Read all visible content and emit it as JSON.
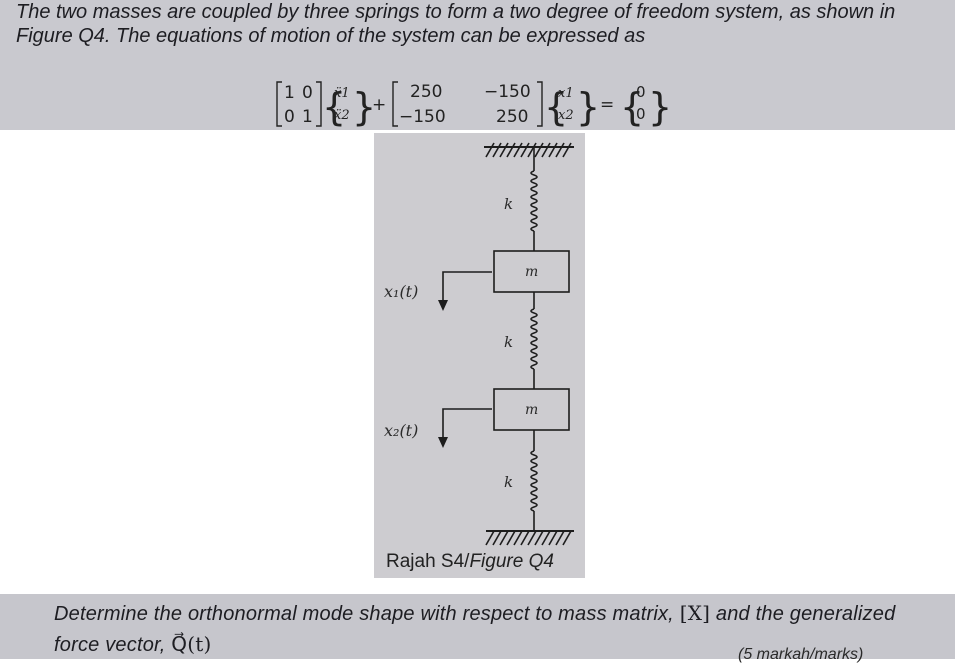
{
  "intro": {
    "text": "The two masses are coupled by three springs to form a two degree of freedom system, as shown in Figure Q4. The equations of motion of the system can be expressed as"
  },
  "equation": {
    "mass_matrix": [
      [
        "1",
        "0"
      ],
      [
        "0",
        "1"
      ]
    ],
    "accel_vector": [
      "ẍ1",
      "ẍ2"
    ],
    "plus": "+",
    "stiffness_matrix": [
      [
        "250",
        "−150"
      ],
      [
        "−150",
        "250"
      ]
    ],
    "disp_vector": [
      "x1",
      "x2"
    ],
    "equals": "=",
    "rhs_vector": [
      "0",
      "0"
    ]
  },
  "figure": {
    "spring_labels": [
      "k",
      "k",
      "k"
    ],
    "mass_labels": [
      "m",
      "m"
    ],
    "coordinate_labels": [
      "x₁(t)",
      "x₂(t)"
    ],
    "caption_plain": "Rajah S4/",
    "caption_italic": "Figure Q4"
  },
  "question": {
    "part1": "Determine the orthonormal mode shape with respect to mass matrix, ",
    "matrix_symbol": "[X]",
    "part2": " and the generalized force vector, ",
    "force_symbol": "Q⃗(t)"
  },
  "footer_fragment": "(5 markah/marks)"
}
